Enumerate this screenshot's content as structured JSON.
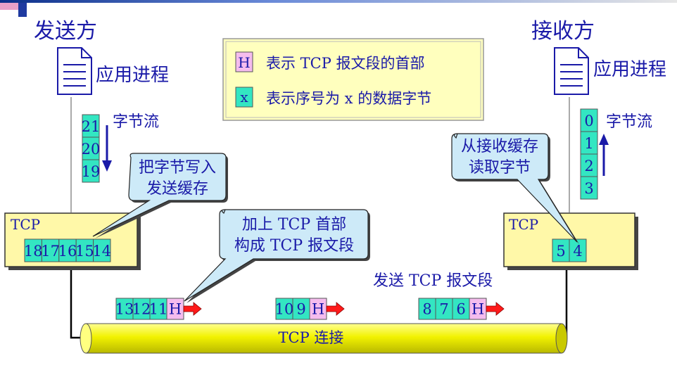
{
  "colors": {
    "blue_text": "#1a1aa8",
    "teal": "#33e6c2",
    "pink": "#f5bcee",
    "tcp_box": "#fff8a8",
    "callout": "#cdeaf8",
    "legend_bg": "#ffffbe",
    "pipe": "#eeee00",
    "arrow_red": "#ff1a1a"
  },
  "sender": {
    "title": "发送方",
    "process_label": "应用进程",
    "stream_label": "字节流",
    "stream_cells": [
      "21",
      "20",
      "19"
    ],
    "tcp_label": "TCP",
    "buffer_cells": [
      "18",
      "17",
      "16",
      "15",
      "14"
    ]
  },
  "receiver": {
    "title": "接收方",
    "process_label": "应用进程",
    "stream_label": "字节流",
    "stream_cells": [
      "0",
      "1",
      "2",
      "3"
    ],
    "tcp_label": "TCP",
    "buffer_cells": [
      "5",
      "4"
    ]
  },
  "legend": {
    "header_symbol": "H",
    "header_text": "表示 TCP 报文段的首部",
    "byte_symbol": "x",
    "byte_text": "表示序号为 x 的数据字节"
  },
  "callouts": {
    "write_line1": "把字节写入",
    "write_line2": "发送缓存",
    "header_line1": "加上 TCP 首部",
    "header_line2": "构成 TCP 报文段",
    "read_line1": "从接收缓存",
    "read_line2": "读取字节"
  },
  "send_label": "发送 TCP 报文段",
  "segments": [
    {
      "bytes": [
        "13",
        "12",
        "11"
      ],
      "header": "H"
    },
    {
      "bytes": [
        "10",
        "9"
      ],
      "header": "H"
    },
    {
      "bytes": [
        "8",
        "7",
        "6"
      ],
      "header": "H"
    }
  ],
  "connection_label": "TCP 连接"
}
